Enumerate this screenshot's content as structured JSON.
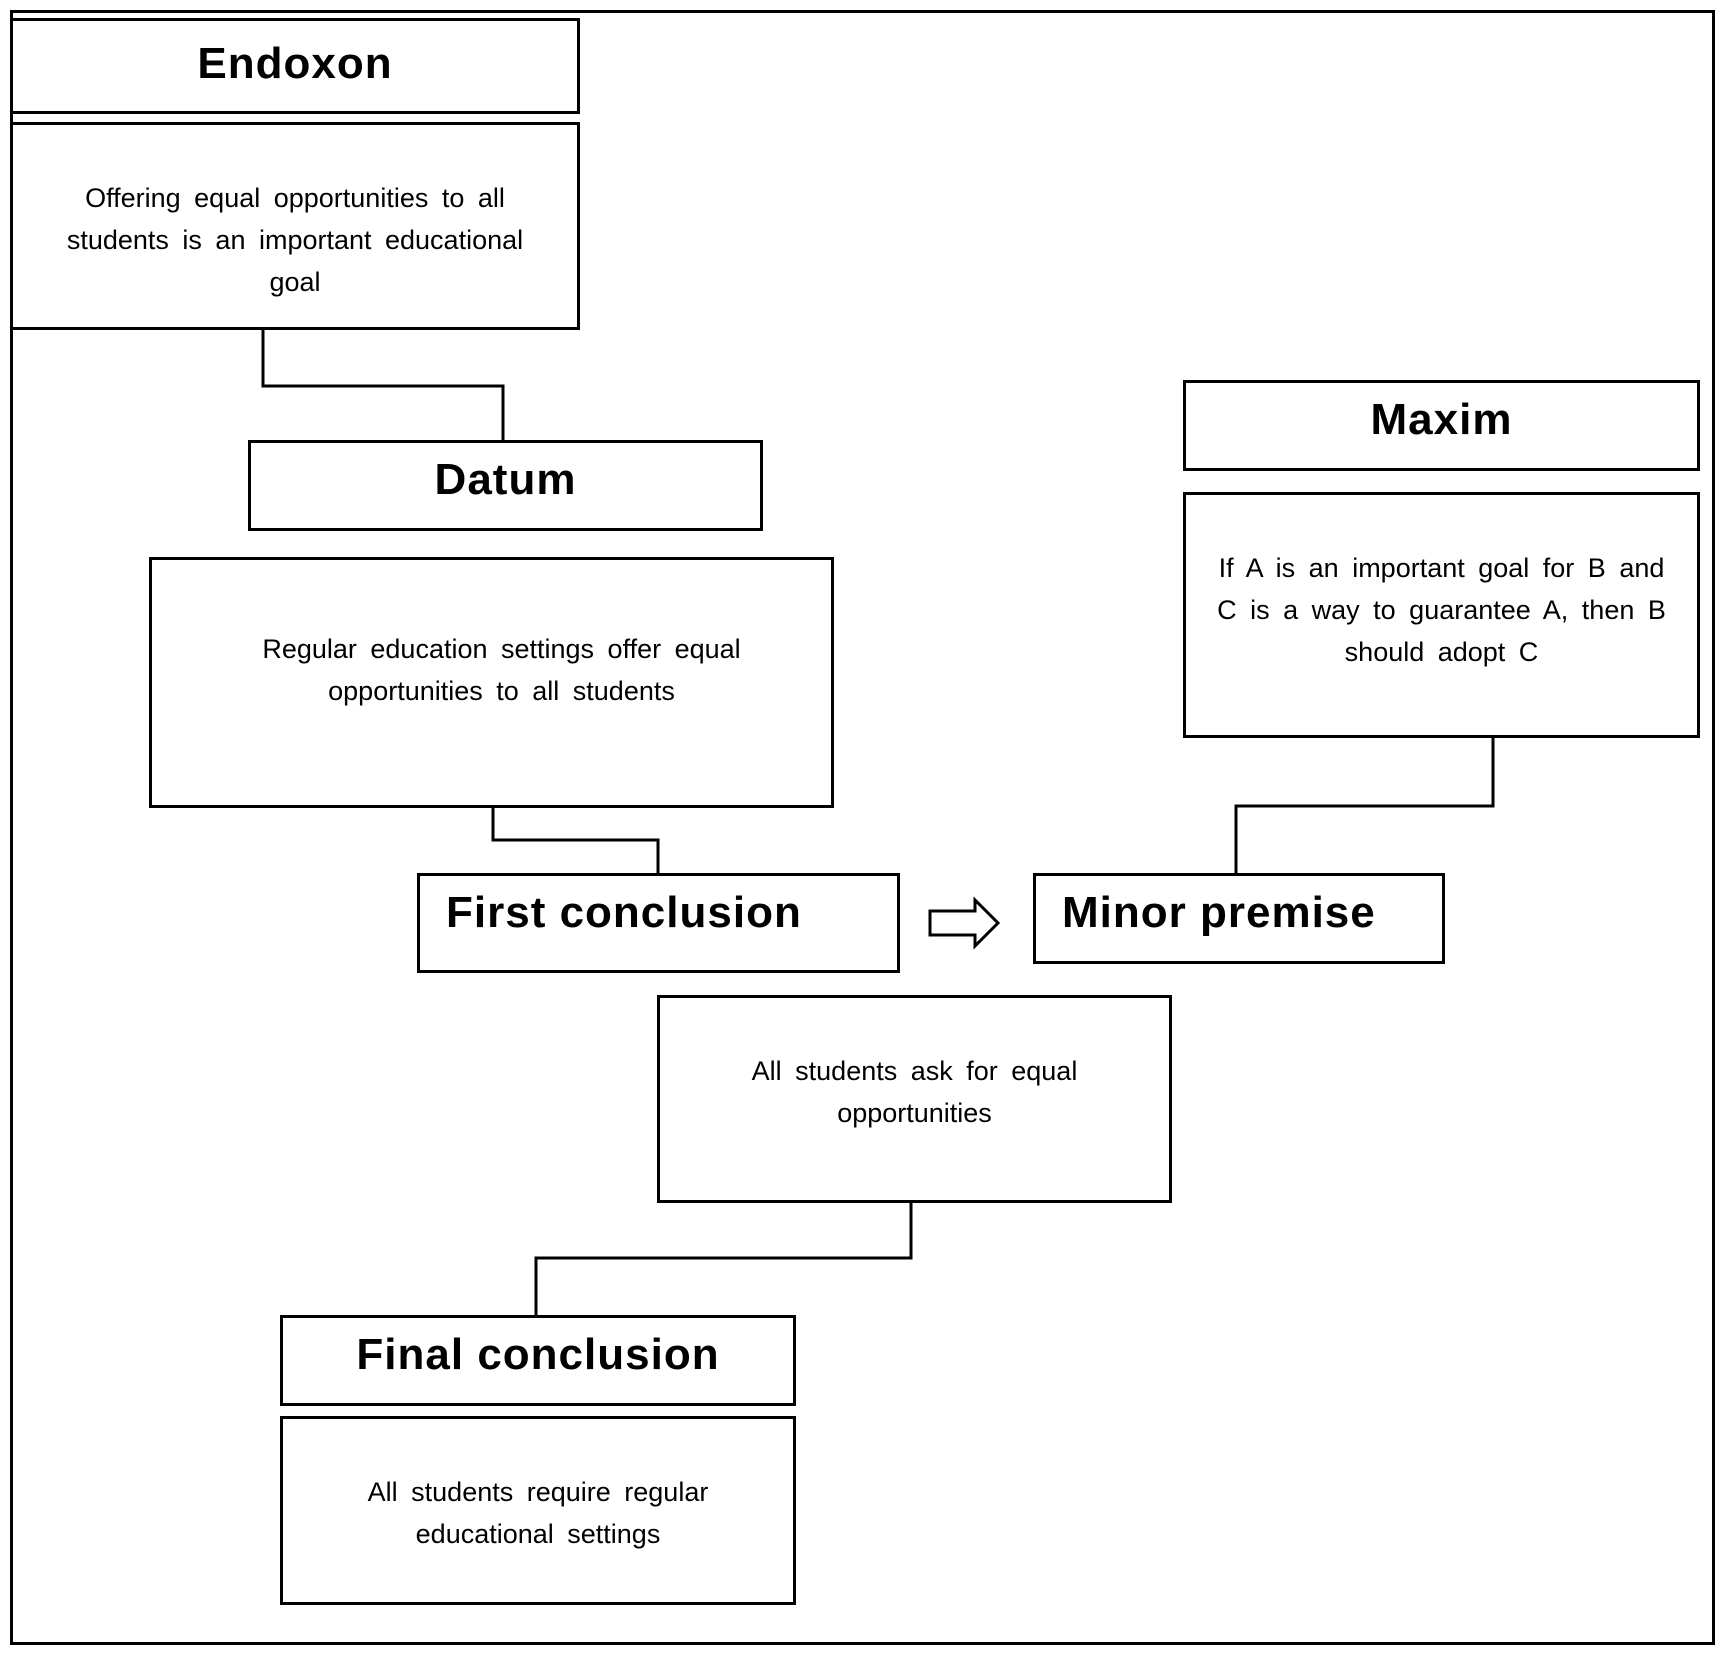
{
  "endoxon": {
    "title": "Endoxon",
    "text": "Offering equal opportunities to all students is an important educational goal"
  },
  "datum": {
    "title": "Datum",
    "text": "Regular education settings offer equal opportunities to all students"
  },
  "first_conclusion": {
    "title": "First conclusion"
  },
  "maxim": {
    "title": "Maxim",
    "text": "If A is an important goal for B and C is a way to guarantee A, then B should adopt C"
  },
  "minor_premise": {
    "title": "Minor premise",
    "text": "All students ask for equal opportunities"
  },
  "final_conclusion": {
    "title": "Final conclusion",
    "text": "All students require regular educational settings"
  },
  "arrow_icon": "right-arrow-icon"
}
